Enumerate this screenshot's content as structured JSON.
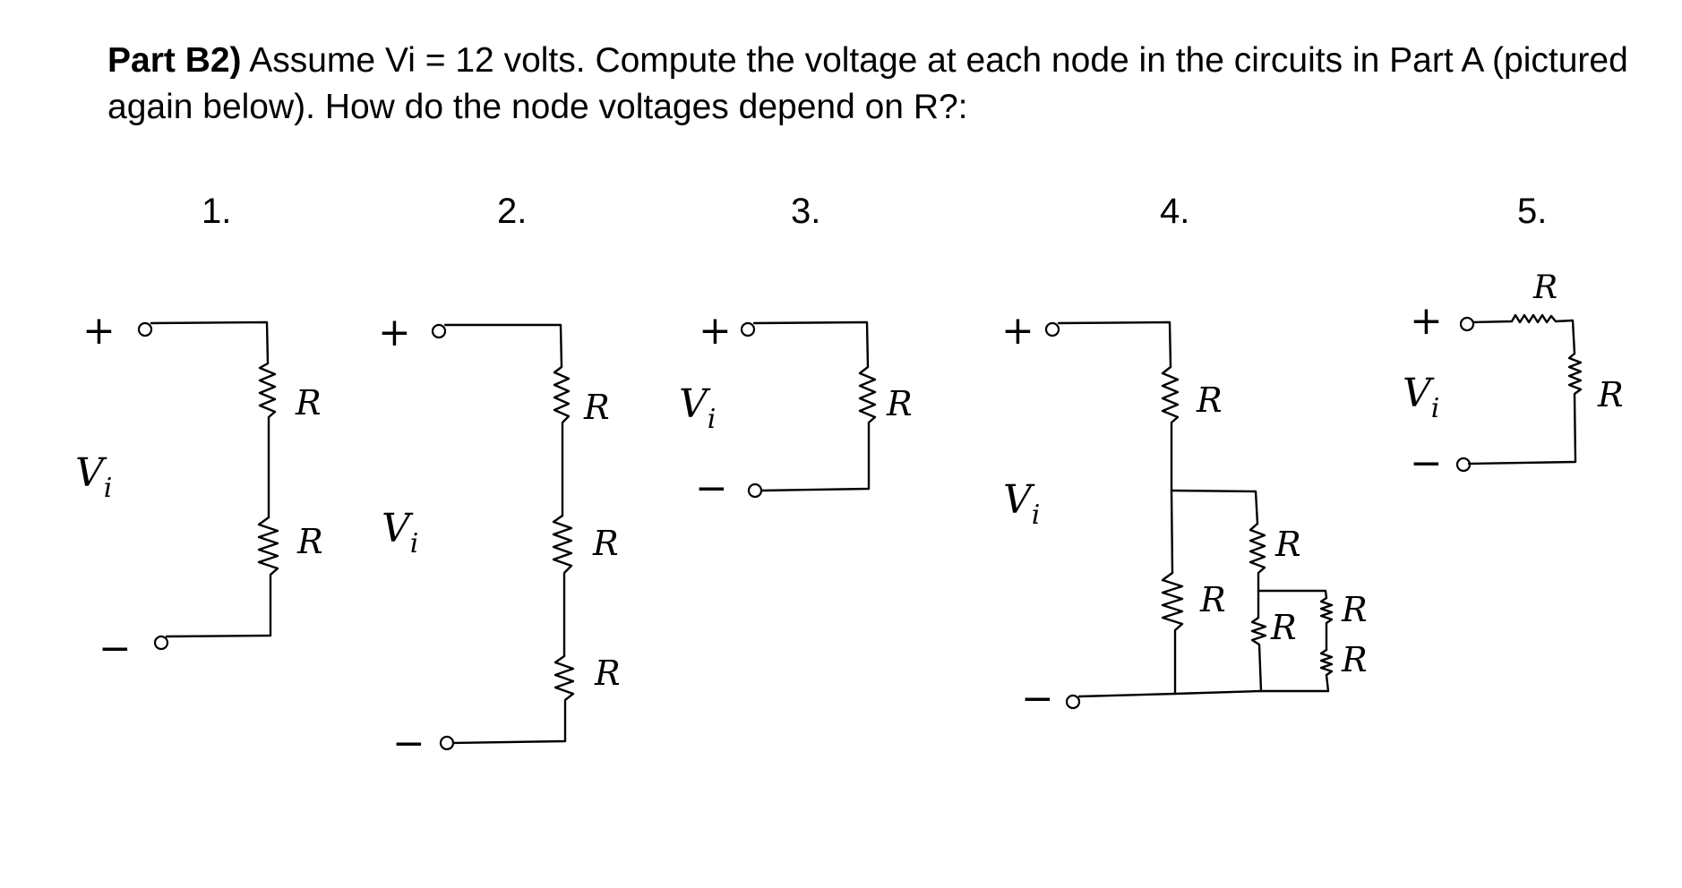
{
  "prompt": {
    "label": "Part B2)",
    "text": " Assume Vi = 12 volts.  Compute the voltage at each node in the circuits in Part A (pictured again below).  How do the node voltages depend on R?:"
  },
  "circuits": [
    {
      "number": "1.",
      "plus": "+",
      "minus": "−",
      "source": "V",
      "source_sub": "i",
      "resistors": [
        "R",
        "R"
      ]
    },
    {
      "number": "2.",
      "plus": "+",
      "minus": "−",
      "source": "V",
      "source_sub": "i",
      "resistors": [
        "R",
        "R",
        "R"
      ]
    },
    {
      "number": "3.",
      "plus": "+",
      "minus": "−",
      "source": "V",
      "source_sub": "i",
      "resistors": [
        "R"
      ]
    },
    {
      "number": "4.",
      "plus": "+",
      "minus": "−",
      "source": "V",
      "source_sub": "i",
      "resistors": [
        "R",
        "R",
        "R",
        "R",
        "R",
        "R"
      ]
    },
    {
      "number": "5.",
      "plus": "+",
      "minus": "−",
      "source": "V",
      "source_sub": "i",
      "resistors": [
        "R",
        "R"
      ]
    }
  ]
}
